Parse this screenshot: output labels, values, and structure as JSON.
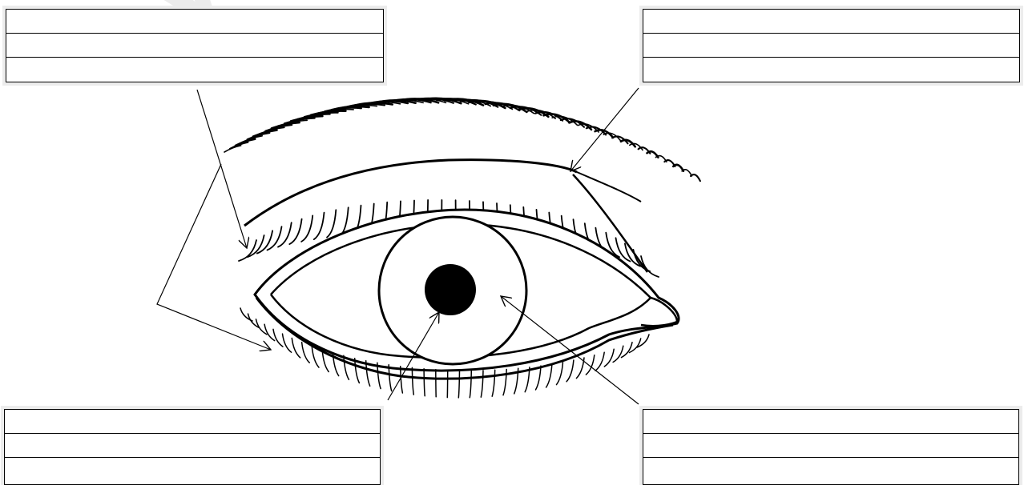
{
  "diagram": {
    "subject": "eye",
    "label_boxes": [
      {
        "id": "top-left",
        "rows": 3,
        "text": [
          "",
          "",
          ""
        ]
      },
      {
        "id": "top-right",
        "rows": 3,
        "text": [
          "",
          "",
          ""
        ]
      },
      {
        "id": "bottom-left",
        "rows": 3,
        "text": [
          "",
          "",
          ""
        ]
      },
      {
        "id": "bottom-right",
        "rows": 3,
        "text": [
          "",
          "",
          ""
        ]
      }
    ],
    "colors": {
      "line": "#000000",
      "watermark": "#ececec",
      "box_shadow": "#ececec"
    }
  },
  "watermark": {
    "text": "VO"
  }
}
